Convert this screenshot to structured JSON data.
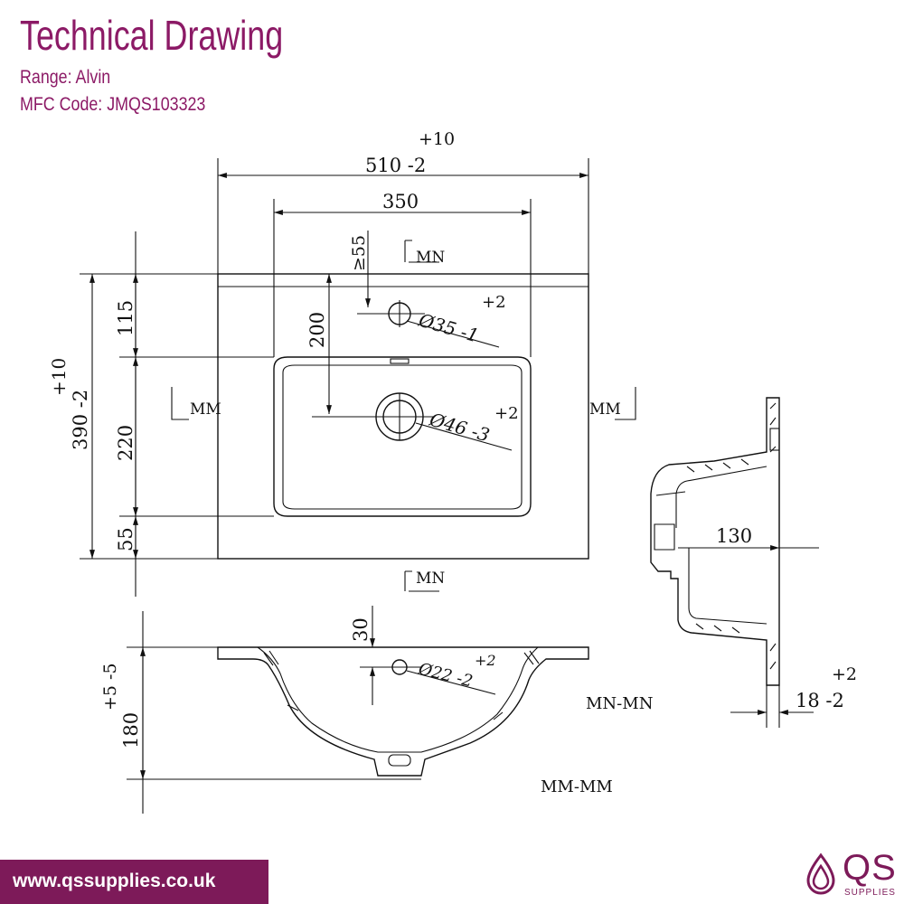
{
  "header": {
    "title": "Technical Drawing",
    "range": "Range: Alvin",
    "mfc_code": "MFC Code: JMQS103323"
  },
  "dimensions": {
    "width_tol_plus": "+10",
    "width": "510 -2",
    "bowl_width": "350",
    "tap_min": "≥55",
    "section_mn_top": "MN",
    "section_mn_bottom": "MN",
    "section_mm_left": "MM",
    "section_mm_right": "MM",
    "tap_hole_tol_plus": "+2",
    "tap_hole": "Ø35 -1",
    "depth_to_waste": "200",
    "waste_tol_plus": "+2",
    "waste_hole": "Ø46 -3",
    "depth_tol": "+10",
    "depth": "390 -2",
    "back_depth": "115",
    "bowl_depth": "220",
    "front_depth": "55",
    "overflow_offset": "30",
    "height_tol": "+5 -5",
    "height": "180",
    "overflow_tol_plus": "+2",
    "overflow_hole": "Ø22 -2",
    "section_mn_label": "MN-MN",
    "section_mm_label": "MM-MM",
    "side_130": "130",
    "rim_tol_plus": "+2",
    "rim": "18 -2"
  },
  "footer": {
    "url": "www.qssupplies.co.uk",
    "logo_text": "QS",
    "logo_subtext": "SUPPLIES"
  }
}
